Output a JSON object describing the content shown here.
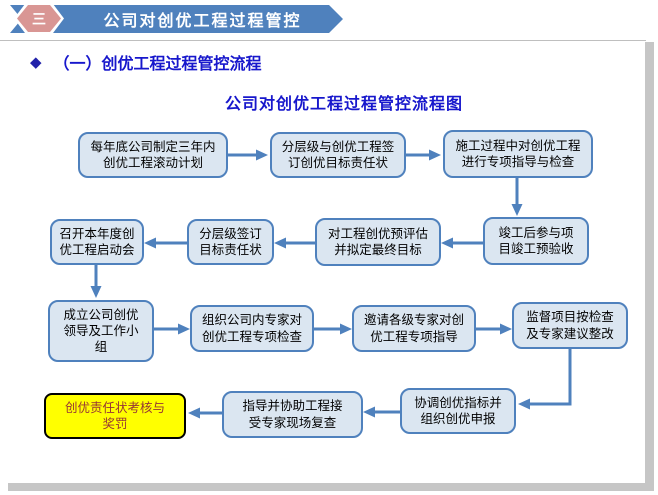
{
  "header": {
    "badge_label": "三",
    "title": "公司对创优工程过程管控"
  },
  "section": {
    "bullet_icon": "◆",
    "heading": "（一）创优工程过程管控流程"
  },
  "diagram": {
    "title": "公司对创优工程过程管控流程图",
    "boxes": [
      {
        "id": "annual-plan",
        "text": "每年底公司制定三年内\n创优工程滚动计划"
      },
      {
        "id": "sign-responsibility",
        "text": "分层级与创优工程签\n订创优目标责任状"
      },
      {
        "id": "construction-guide",
        "text": "施工过程中对创优工程\n进行专项指导与检查"
      },
      {
        "id": "kickoff-meeting",
        "text": "召开本年度创\n优工程启动会"
      },
      {
        "id": "level-sign",
        "text": "分层级签订\n目标责任状"
      },
      {
        "id": "pre-evaluate",
        "text": "对工程创优预评估\n并拟定最终目标"
      },
      {
        "id": "pre-acceptance",
        "text": "竣工后参与项\n目竣工预验收"
      },
      {
        "id": "leading-group",
        "text": "成立公司创优\n领导及工作小\n组"
      },
      {
        "id": "internal-expert-check",
        "text": "组织公司内专家对\n创优工程专项检查"
      },
      {
        "id": "invite-expert-guide",
        "text": "邀请各级专家对创\n优工程专项指导"
      },
      {
        "id": "supervise-rectify",
        "text": "监督项目按检查\n及专家建议整改"
      },
      {
        "id": "assessment-reward",
        "text": "创优责任状考核与\n奖罚",
        "highlight": true
      },
      {
        "id": "site-recheck",
        "text": "指导并协助工程接\n受专家现场复查"
      },
      {
        "id": "coordinate-declare",
        "text": "协调创优指标并\n组织创优申报"
      }
    ]
  },
  "colors": {
    "banner_blue": "#4F81BD",
    "badge_pink": "#D99694",
    "heading_blue": "#1717CC",
    "box_fill": "#DBE6F1",
    "box_border": "#4F81BD",
    "arrow": "#4F81BD",
    "highlight_fill": "#FFFF00",
    "highlight_text": "#963634"
  }
}
